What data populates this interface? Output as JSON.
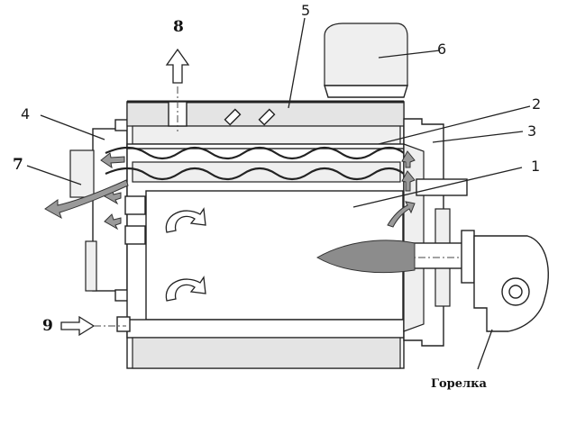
{
  "callouts": {
    "n1": "1",
    "n2": "2",
    "n3": "3",
    "n4": "4",
    "n5": "5",
    "n6": "6",
    "n7": "7",
    "n8": "8",
    "n9": "9"
  },
  "burner_label": "Горелка"
}
